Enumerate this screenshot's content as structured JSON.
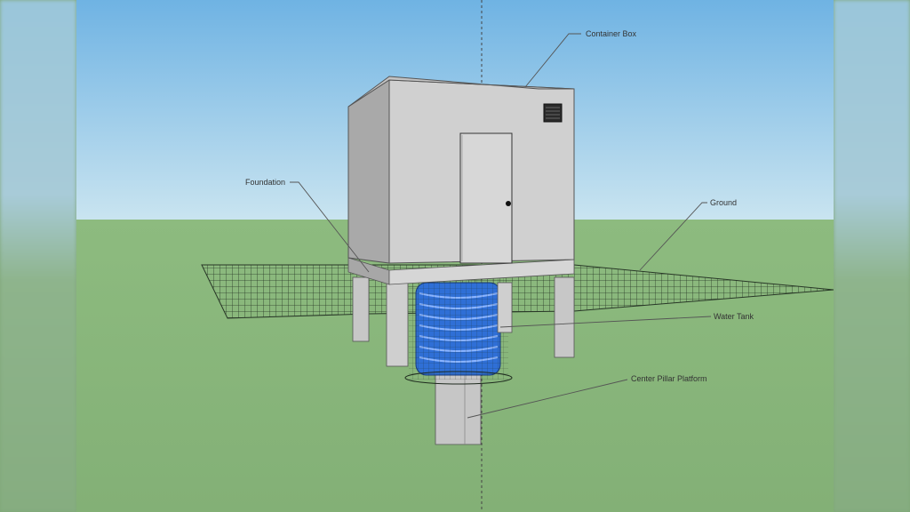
{
  "labels": {
    "container_box": "Container Box",
    "foundation": "Foundation",
    "ground": "Ground",
    "water_tank": "Water Tank",
    "center_pillar_platform": "Center Pillar Platform"
  },
  "colors": {
    "sky_top": "#7ab8e0",
    "sky_bottom": "#c4e0ee",
    "grass": "#8cb87e",
    "container_front": "#cfcfcf",
    "container_side": "#a9a9a9",
    "concrete": "#c8c8c8",
    "tank_blue": "#2f6fd6",
    "grid_line": "#1e2a1e"
  }
}
